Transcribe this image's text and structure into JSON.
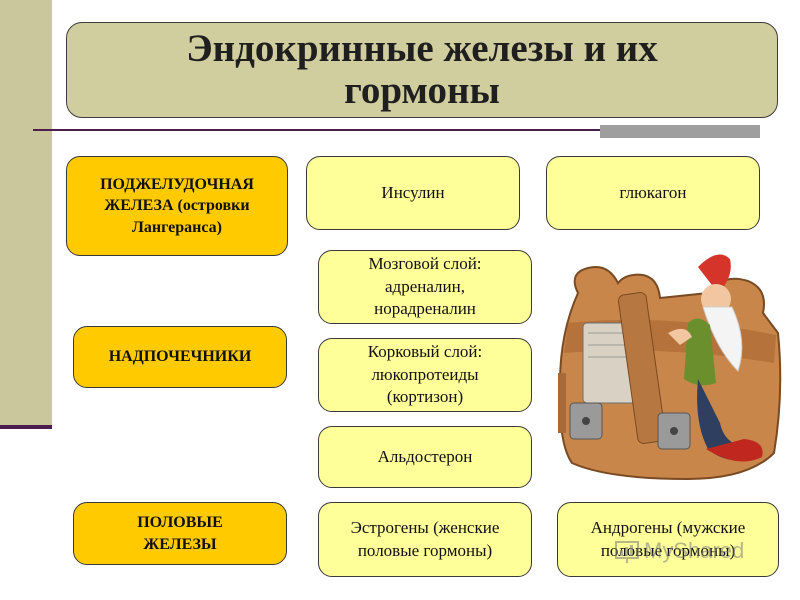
{
  "title": "Эндокринные железы и их гормоны",
  "glands": {
    "pancreas": "ПОДЖЕЛУДОЧНАЯ ЖЕЛЕЗА (островки Лангеранса)",
    "adrenal": "НАДПОЧЕЧНИКИ",
    "sex": "ПОЛОВЫЕ ЖЕЛЕЗЫ"
  },
  "hormones": {
    "insulin": "Инсулин",
    "glucagon": "глюкагон",
    "medulla": "Мозговой слой: адреналин, норадреналин",
    "cortex": "Корковый слой: люкопротеиды (кортизон)",
    "aldosterone": "Альдостерон",
    "estrogens": "Эстрогены (женские половые гормоны)",
    "androgens": "Андрогены (мужские половые гормоны)"
  },
  "watermark_text": "MyShared",
  "colors": {
    "gland_fill": "#ffca00",
    "hormone_fill": "#ffff99",
    "title_fill": "#d0cd9e",
    "side_bar": "#c9c79b"
  }
}
